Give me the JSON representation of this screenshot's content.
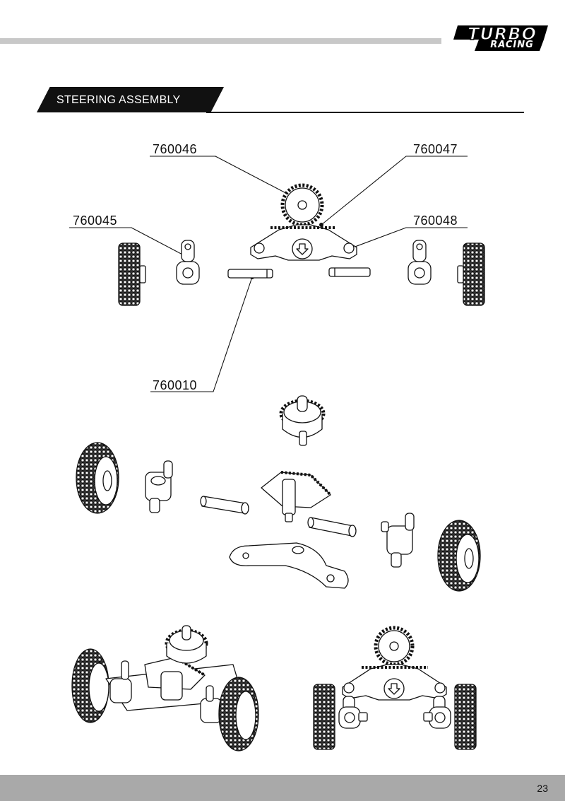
{
  "brand": {
    "line1": "TURBO",
    "line2": "RACING"
  },
  "section": {
    "title": "STEERING ASSEMBLY"
  },
  "part_numbers": {
    "p1": "760046",
    "p2": "760047",
    "p3": "760045",
    "p4": "760048",
    "p5": "760010"
  },
  "page": {
    "number": "23"
  },
  "colors": {
    "ink": "#111111",
    "bar_gray": "#c8c8c8",
    "footer_gray": "#a9a9a9"
  }
}
